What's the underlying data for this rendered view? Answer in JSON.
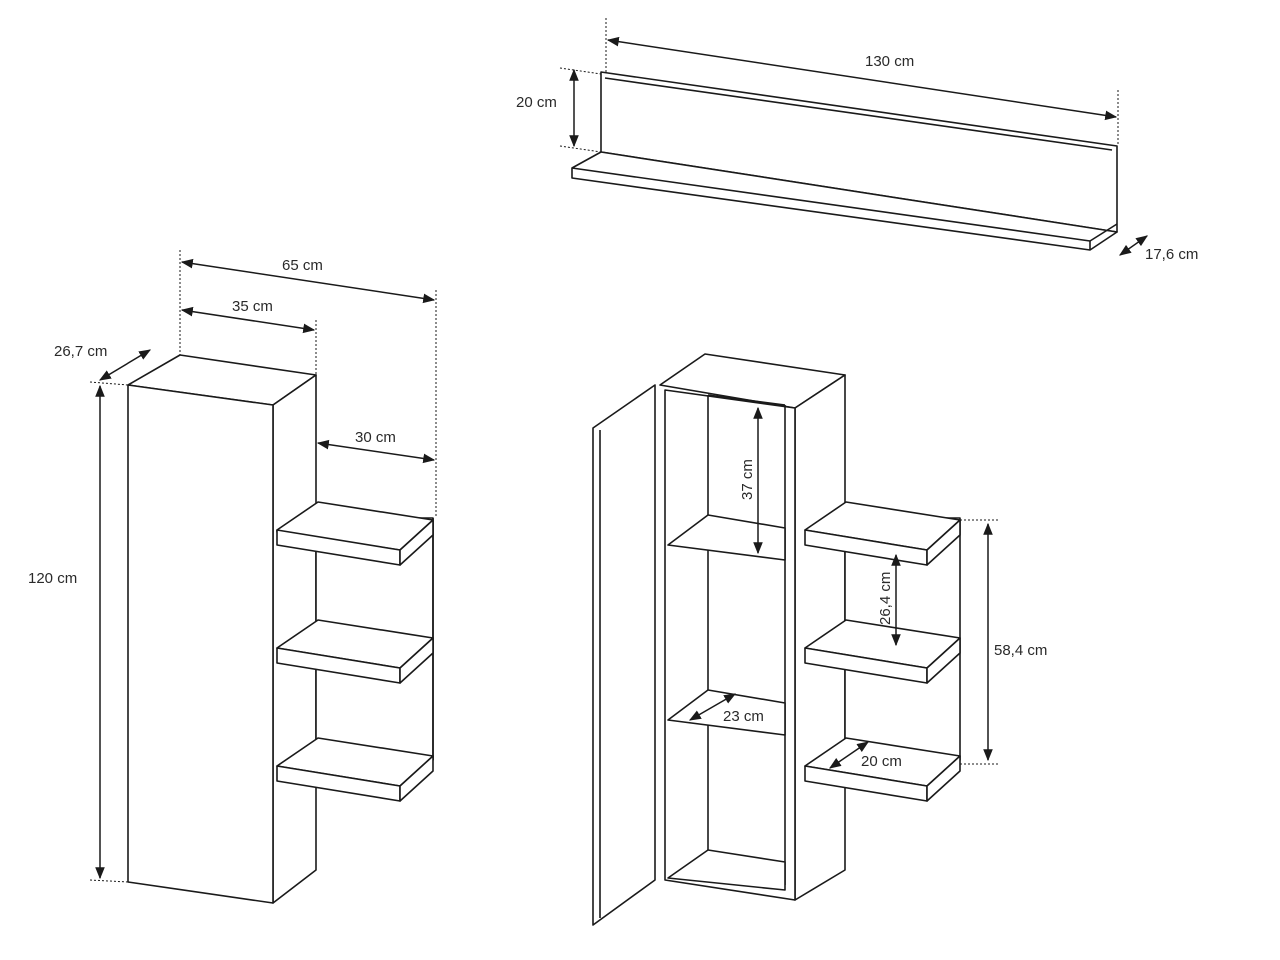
{
  "diagram": {
    "wall_shelf": {
      "width": "130 cm",
      "height": "20 cm",
      "depth": "17,6 cm"
    },
    "cabinet_closed": {
      "total_width": "65 cm",
      "body_width": "35 cm",
      "depth": "26,7 cm",
      "shelf_width": "30 cm",
      "height": "120 cm"
    },
    "cabinet_open": {
      "compartment_height": "37 cm",
      "shelf_spacing": "26,4 cm",
      "shelf_block_height": "58,4 cm",
      "inner_depth": "23 cm",
      "shelf_depth": "20 cm"
    }
  }
}
